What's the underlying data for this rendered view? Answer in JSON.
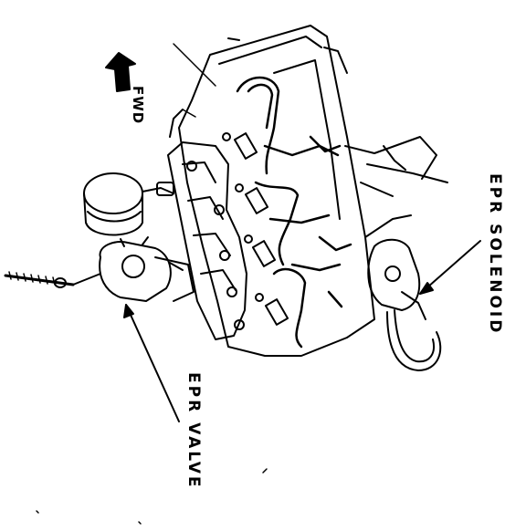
{
  "labels": {
    "fwd": "FWD",
    "epr_solenoid": "EPR SOLENOID",
    "epr_valve": "EPR VALVE"
  },
  "colors": {
    "ink": "#000000",
    "paper": "#ffffff"
  },
  "icons": {
    "direction_arrow": "fwd-arrow-icon"
  }
}
